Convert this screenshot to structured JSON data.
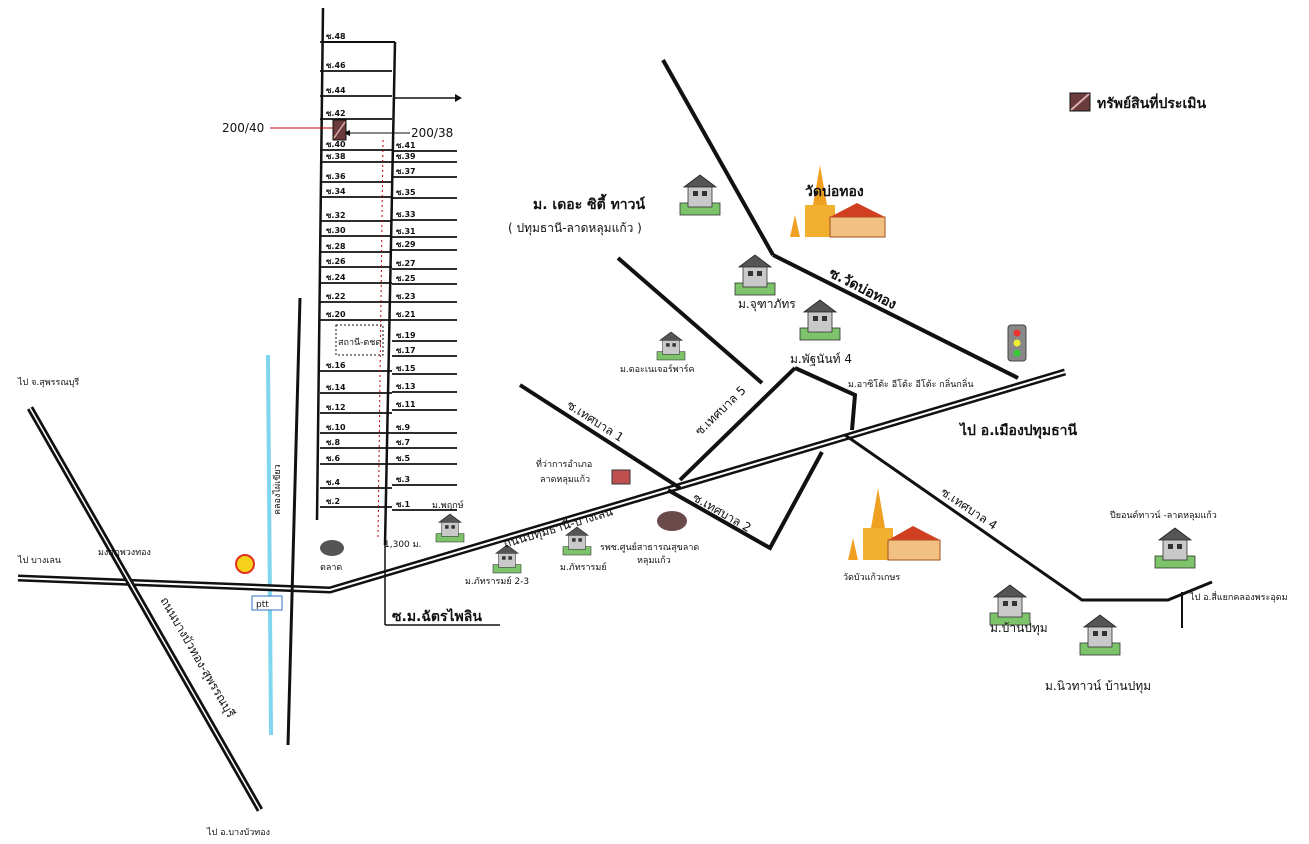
{
  "legend": {
    "label": "ทรัพย์สินที่ประเมิน",
    "swatch_color": "#6b3a3a"
  },
  "plots": {
    "left": "200/40",
    "right": "200/38"
  },
  "roads": {
    "main": "ถนนปทุมธานี-บางเลน",
    "cross": "ถนนบางบัวทอง-สุพรรณบุรี",
    "soi_wat": "ซ.วัดบ่อทอง",
    "tessaban1": "ซ.เทศบาล 1",
    "tessaban2": "ซ.เทศบาล 2",
    "tessaban4": "ซ.เทศบาล 4",
    "tessaban5": "ซ.เทศบาล 5",
    "soi_main": "ซ.ม.ฉัตรไพลิน",
    "canal": "คลองไผ่เขียว",
    "distance": "1,300 ม."
  },
  "directions": {
    "suphan": "ไป จ.สุพรรณบุรี",
    "banglen": "ไป บางเลน",
    "bangbuathong": "ไป อ.บางบัวทอง",
    "pathum": "ไป อ.เมืองปทุมธานี",
    "bang_phun": "ไป อ.สี่แยกคลองพระอุดม"
  },
  "places": {
    "wat_bothong": "วัดบ่อทอง",
    "wat_bua": "วัดบัวแก้วเกษร",
    "village_citi": "ม. เดอะ ซิตี้ ทาวน์",
    "village_citi2": "( ปทุมธานี-ลาดหลุมแก้ว )",
    "village_jutha": "ม.จุฑาภัทร",
    "village_pat": "ม.พัฐนันท์ 4",
    "village_vertical": "ม.ดอะเนเจอร์พาร์ค",
    "village_asia": "ม.อาซิโต้ะ อีโต้ะ อีโต้ะ กลิ่นกลิ่น",
    "amphur": "ที่ว่าการอำเภอ",
    "amphur2": "ลาดหลุมแก้ว",
    "hospital": "รพช.ศูนย์สาธารณสุขลาด",
    "hospital2": "หลุมแก้ว",
    "village_pakt": "ม.พฤกษ์",
    "village_pat23": "ม.ภัทรารมย์ 2-3",
    "village_patra": "ม.ภัทรารมย์",
    "market": "ตลาด",
    "police": "สถานี-ตชด",
    "village_ban_pathum": "ม.บ้านปทุม",
    "village_new_town": "ม.นิวทาวน์ บ้านปทุม",
    "village_plaza": "ปียอนด์ทาวน์ -ลาดหลุมแก้ว",
    "village_prakan": "มงกุฎพวงทอง",
    "station_shell": "shell",
    "station_ptt": "ptt"
  },
  "soi_left": [
    "ซ.48",
    "ซ.46",
    "ซ.44",
    "ซ.42",
    "ซ.40",
    "ซ.38",
    "ซ.36",
    "ซ.34",
    "ซ.32",
    "ซ.30",
    "ซ.28",
    "ซ.26",
    "ซ.24",
    "ซ.22",
    "ซ.20",
    "ซ.16",
    "ซ.14",
    "ซ.12",
    "ซ.10",
    "ซ.8",
    "ซ.6",
    "ซ.4",
    "ซ.2"
  ],
  "soi_right": [
    "ซ.41",
    "ซ.39",
    "ซ.37",
    "ซ.35",
    "ซ.33",
    "ซ.31",
    "ซ.29",
    "ซ.27",
    "ซ.25",
    "ซ.23",
    "ซ.21",
    "ซ.19",
    "ซ.17",
    "ซ.15",
    "ซ.13",
    "ซ.11",
    "ซ.9",
    "ซ.7",
    "ซ.5",
    "ซ.3",
    "ซ.1"
  ]
}
